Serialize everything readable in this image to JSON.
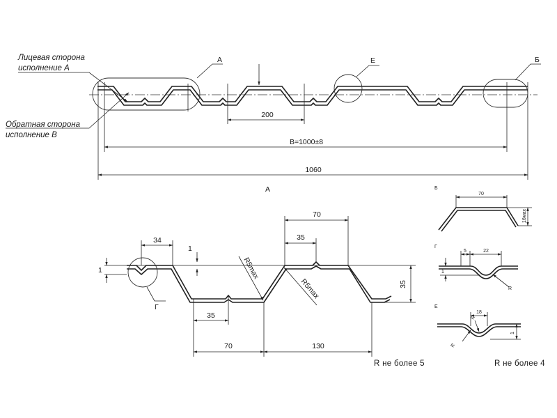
{
  "sheet": {
    "callouts": {
      "face_side": [
        "Лицевая сторона",
        "исполнение А"
      ],
      "back_side": [
        "Обратная сторона",
        "исполнение В"
      ]
    },
    "detail_letters": {
      "a": "А",
      "e": "Е",
      "b": "Б"
    },
    "dimensions": {
      "pitch": "200",
      "working_width": "B=1000±8",
      "full_width": "1060"
    }
  },
  "view_a": {
    "title": "А",
    "detail_letter": "Г",
    "dims": {
      "top_left": "34",
      "top_pitch": "70",
      "top_offset": "35",
      "height": "35",
      "groove_depth_left": "1",
      "groove_depth_right": "1",
      "bottom_offset": "35",
      "bottom_flat": "70",
      "bottom_pitch": "130",
      "radius_1": "R5max",
      "radius_2": "R5max"
    },
    "note": "R  не более 5"
  },
  "detail_b": {
    "title": "Б",
    "dims": {
      "width": "70",
      "height": "16мах"
    }
  },
  "detail_g": {
    "title": "Г",
    "dims": {
      "width": "22",
      "offset": "5",
      "depth": "1",
      "radius": "R"
    }
  },
  "detail_e": {
    "title": "Е",
    "dims": {
      "width": "18",
      "depth": "1",
      "radius_1": "R",
      "radius_2": "R"
    }
  },
  "notes": {
    "right": "R  не более 4"
  }
}
